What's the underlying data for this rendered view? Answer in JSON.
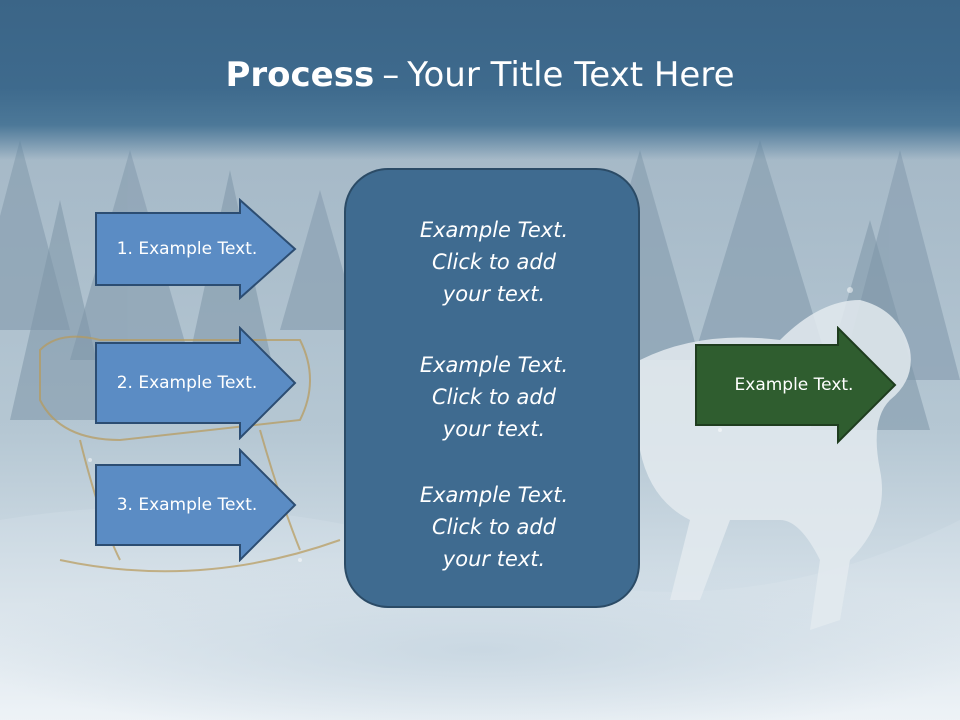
{
  "title": {
    "bold": "Process",
    "separator": "–",
    "rest": "Your Title Text Here"
  },
  "left_arrows": [
    {
      "label": "1. Example Text."
    },
    {
      "label": "2. Example Text."
    },
    {
      "label": "3. Example Text."
    }
  ],
  "center_box": {
    "items": [
      {
        "line1": "Example Text.",
        "line2": "Click  to add",
        "line3": "your text."
      },
      {
        "line1": "Example Text.",
        "line2": "Click  to add",
        "line3": "your text."
      },
      {
        "line1": "Example Text.",
        "line2": "Click  to add",
        "line3": "your text."
      }
    ]
  },
  "right_arrow": {
    "label": "Example Text."
  },
  "colors": {
    "title_band": "#3e6a8d",
    "blue_arrow_fill": "#5b8cc4",
    "blue_arrow_stroke": "#2c4d72",
    "center_box_fill": "#3f6b90",
    "green_arrow_fill": "#2f5d2f",
    "green_arrow_stroke": "#1f3d1f"
  }
}
